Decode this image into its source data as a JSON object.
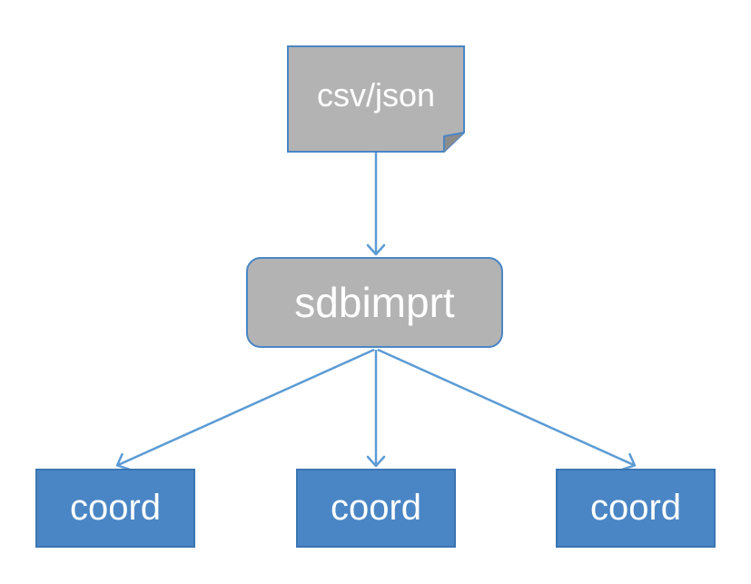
{
  "source": {
    "label": "csv/json"
  },
  "tool": {
    "label": "sdbimprt"
  },
  "targets": [
    {
      "label": "coord"
    },
    {
      "label": "coord"
    },
    {
      "label": "coord"
    }
  ],
  "colors": {
    "arrow": "#5b9bd5",
    "node_gray": "#b3b3b3",
    "node_blue": "#4a86c5",
    "border_blue": "#4a86c5",
    "text": "#ffffff"
  }
}
